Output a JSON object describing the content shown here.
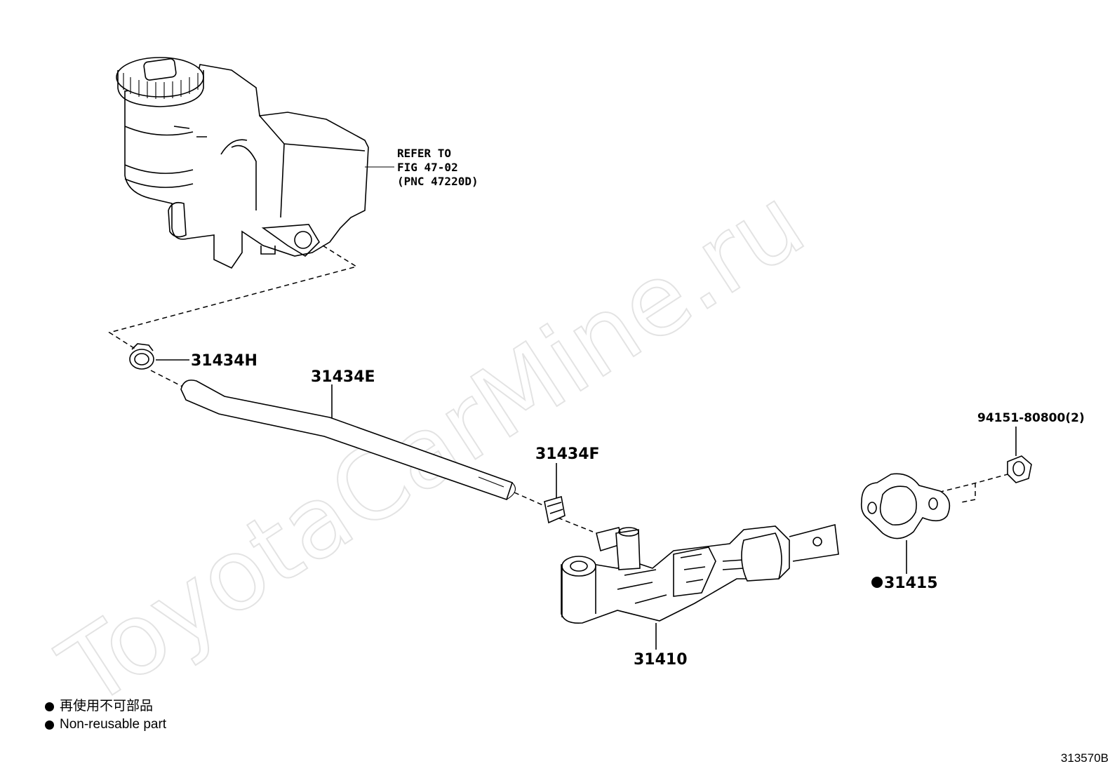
{
  "watermark": "ToyotaCarMine.ru",
  "reference": {
    "line1": "REFER TO",
    "line2": "FIG 47-02",
    "line3": "(PNC 47220D)"
  },
  "parts": {
    "hose_clamp": "31434H",
    "hose": "31434E",
    "clip": "31434F",
    "master_cylinder": "31410",
    "gasket": "31415",
    "nut": "94151-80800(2)"
  },
  "legend": {
    "jp": "再使用不可部品",
    "en": "Non-reusable part"
  },
  "figure_code": "313570B"
}
